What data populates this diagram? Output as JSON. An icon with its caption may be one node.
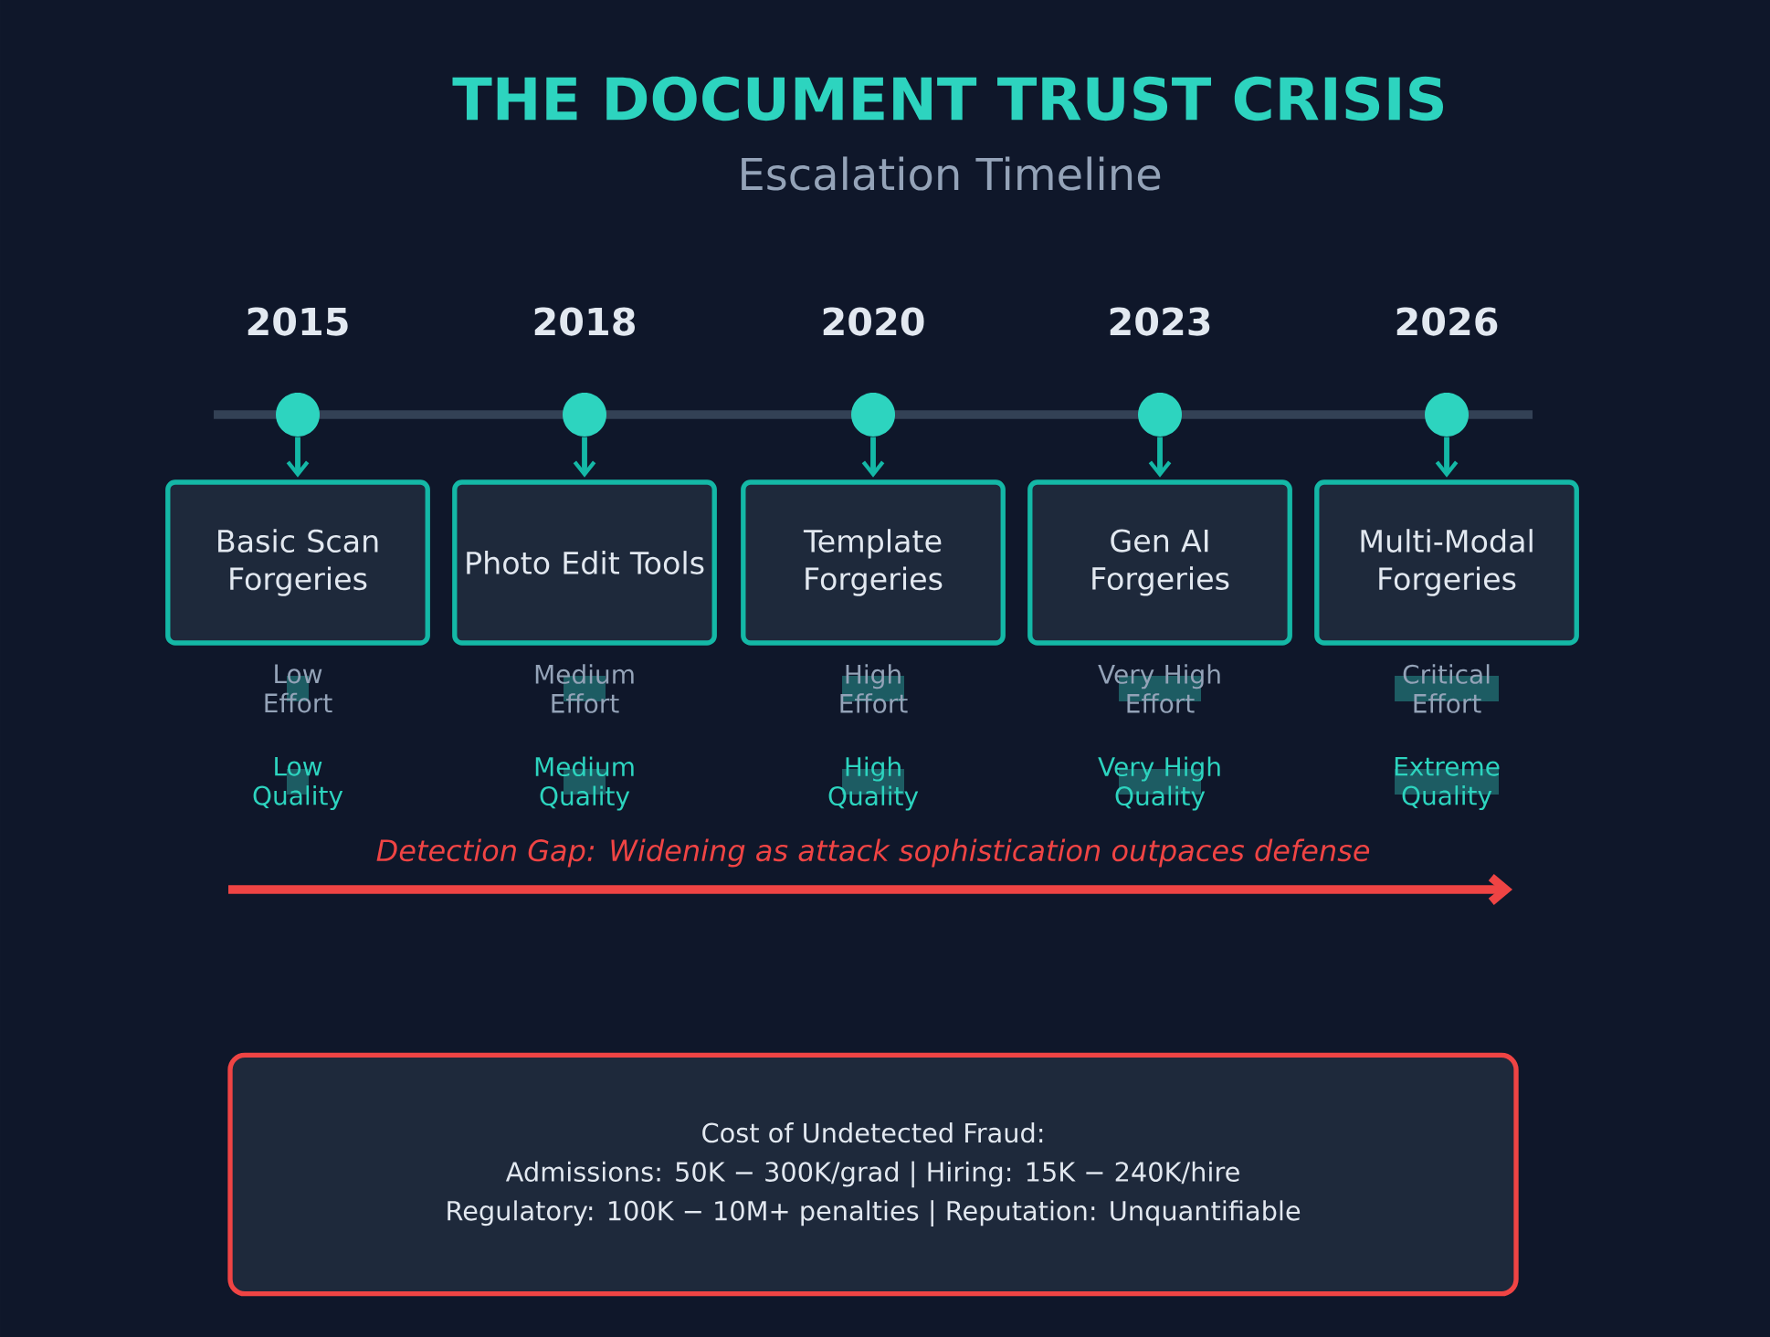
{
  "diagram": {
    "title": "THE DOCUMENT TRUST CRISIS",
    "caption": "Escalation Timeline",
    "nodes": [
      {
        "text": [],
        "shape": "circle",
        "beside": [
          "2015"
        ]
      },
      {
        "text": [],
        "shape": "circle",
        "beside": [
          "2018"
        ]
      },
      {
        "text": [],
        "shape": "circle",
        "beside": [
          "2020"
        ]
      },
      {
        "text": [],
        "shape": "circle",
        "beside": [
          "2023"
        ]
      },
      {
        "text": [],
        "shape": "circle",
        "beside": [
          "2026"
        ]
      },
      {
        "text": [
          "Basic Scan Forgeries"
        ],
        "beside": [
          "Low Effort",
          "Low Quality"
        ]
      },
      {
        "text": [
          "Photo Edit Tools"
        ],
        "beside": [
          "Medium Effort",
          "Medium Quality"
        ]
      },
      {
        "text": [
          "Template Forgeries"
        ],
        "beside": [
          "High Effort",
          "High Quality"
        ]
      },
      {
        "text": [
          "Gen AI Forgeries"
        ],
        "beside": [
          "Very High Effort",
          "Very High Quality"
        ]
      },
      {
        "text": [
          "Multi-Modal Forgeries"
        ],
        "beside": [
          "Critical Effort",
          "Extreme Quality"
        ]
      },
      {
        "text": [
          "Cost of Undetected Fraud:",
          "Admissions: 50K − 300K/grad | Hiring: 15K − 240K/hire",
          "Regulatory: 100K − 10M+ penalties | Reputation: Unquantifiable"
        ]
      }
    ],
    "edges": [
      {
        "from": 0,
        "to": 5,
        "arrow": "to"
      },
      {
        "from": 1,
        "to": 6,
        "arrow": "to"
      },
      {
        "from": 2,
        "to": 7,
        "arrow": "to"
      },
      {
        "from": 3,
        "to": 8,
        "arrow": "to"
      },
      {
        "from": 4,
        "to": 9,
        "arrow": "to"
      }
    ],
    "labels": [
      "Detection Gap: Widening as attack sophistication outpaces defense"
    ]
  }
}
